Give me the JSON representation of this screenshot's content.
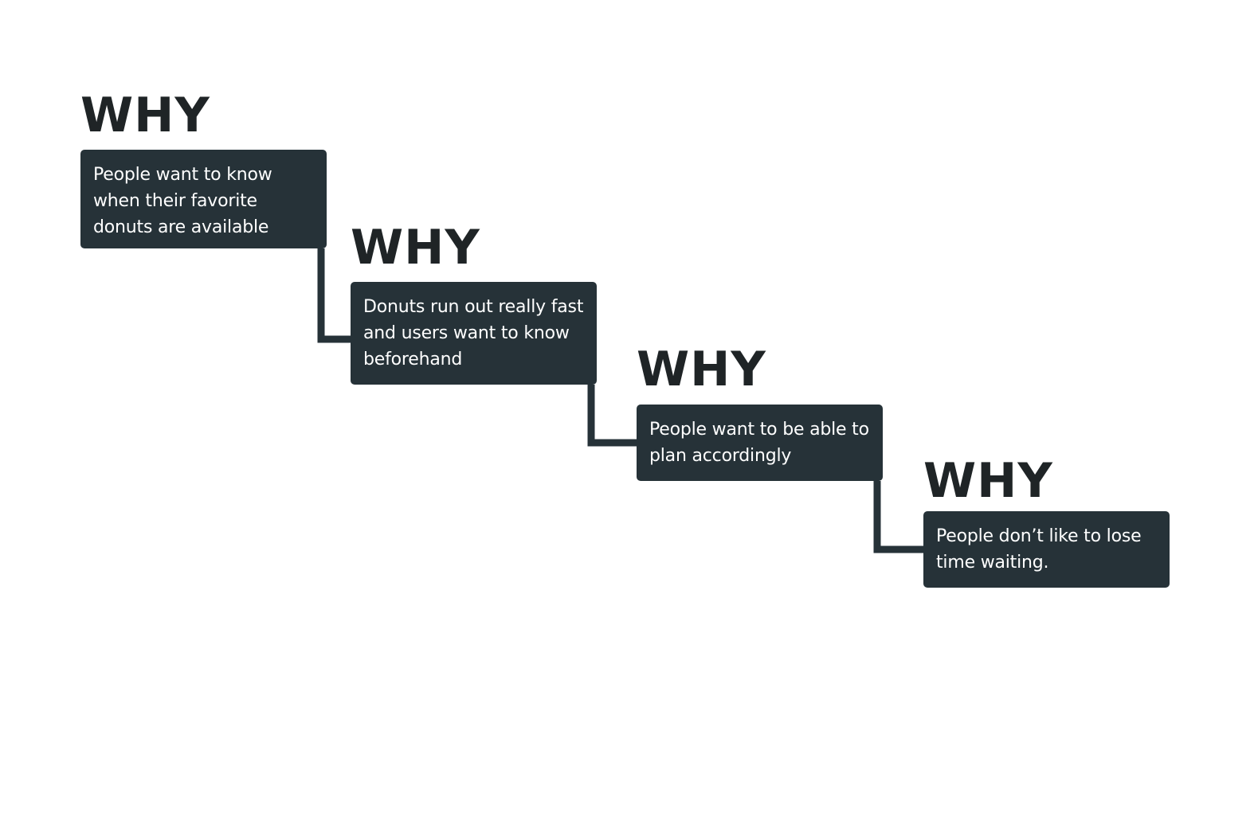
{
  "diagram": {
    "accent_color": "#263238",
    "heading_color": "#1f2426",
    "steps": [
      {
        "heading": "WHY",
        "text": "People want to know when their favorite donuts are available"
      },
      {
        "heading": "WHY",
        "text": "Donuts run out really fast and users want to know beforehand"
      },
      {
        "heading": "WHY",
        "text": "People want to be able to plan accordingly"
      },
      {
        "heading": "WHY",
        "text": "People don’t like to lose time waiting."
      }
    ]
  }
}
